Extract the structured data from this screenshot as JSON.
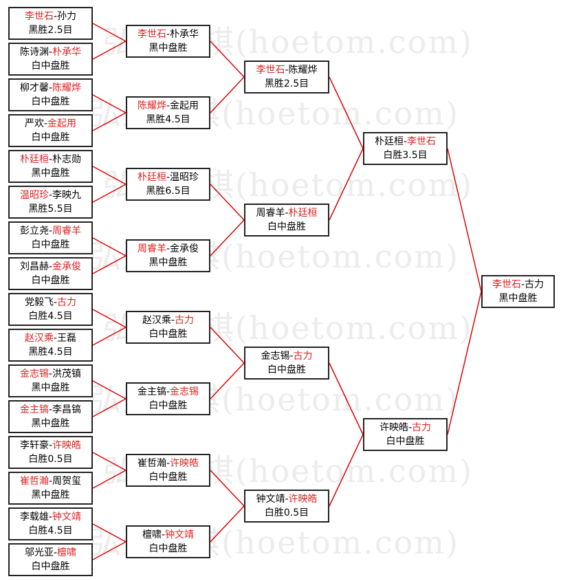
{
  "watermark": "弘通围棋(hoetom.com)",
  "colors": {
    "winner": "#e02020",
    "line": "#e00000",
    "box_border": "#222222"
  },
  "rounds": [
    [
      {
        "p1": "李世石",
        "p2": "孙力",
        "winner": 1,
        "result": "黑胜2.5目"
      },
      {
        "p1": "陈诗渊",
        "p2": "朴承华",
        "winner": 2,
        "result": "白中盘胜"
      },
      {
        "p1": "柳才馨",
        "p2": "陈耀烨",
        "winner": 2,
        "result": "白中盘胜"
      },
      {
        "p1": "严欢",
        "p2": "金起用",
        "winner": 2,
        "result": "白中盘胜"
      },
      {
        "p1": "朴廷桓",
        "p2": "朴志勋",
        "winner": 1,
        "result": "黑中盘胜"
      },
      {
        "p1": "温昭珍",
        "p2": "李映九",
        "winner": 1,
        "result": "黑胜5.5目"
      },
      {
        "p1": "彭立尧",
        "p2": "周睿羊",
        "winner": 2,
        "result": "白中盘胜"
      },
      {
        "p1": "刘昌赫",
        "p2": "金承俊",
        "winner": 2,
        "result": "白中盘胜"
      },
      {
        "p1": "党毅飞",
        "p2": "古力",
        "winner": 2,
        "result": "白胜4.5目"
      },
      {
        "p1": "赵汉乘",
        "p2": "王磊",
        "winner": 1,
        "result": "黑胜4.5目"
      },
      {
        "p1": "金志锡",
        "p2": "洪茂镇",
        "winner": 1,
        "result": "黑中盘胜"
      },
      {
        "p1": "金主镐",
        "p2": "李昌镐",
        "winner": 1,
        "result": "黑中盘胜"
      },
      {
        "p1": "李轩豪",
        "p2": "许映皓",
        "winner": 2,
        "result": "白胜0.5目"
      },
      {
        "p1": "崔哲瀚",
        "p2": "周贺玺",
        "winner": 1,
        "result": "黑中盘胜"
      },
      {
        "p1": "李载雄",
        "p2": "钟文靖",
        "winner": 2,
        "result": "白胜4.5目"
      },
      {
        "p1": "邬光亚",
        "p2": "檀啸",
        "winner": 2,
        "result": "白中盘胜"
      }
    ],
    [
      {
        "p1": "李世石",
        "p2": "朴承华",
        "winner": 1,
        "result": "黑中盘胜"
      },
      {
        "p1": "陈耀烨",
        "p2": "金起用",
        "winner": 1,
        "result": "黑胜4.5目"
      },
      {
        "p1": "朴廷桓",
        "p2": "温昭珍",
        "winner": 1,
        "result": "黑胜6.5目"
      },
      {
        "p1": "周睿羊",
        "p2": "金承俊",
        "winner": 1,
        "result": "黑中盘胜"
      },
      {
        "p1": "赵汉乘",
        "p2": "古力",
        "winner": 2,
        "result": "白中盘胜"
      },
      {
        "p1": "金主镐",
        "p2": "金志锡",
        "winner": 2,
        "result": "白中盘胜"
      },
      {
        "p1": "崔哲瀚",
        "p2": "许映皓",
        "winner": 2,
        "result": "白中盘胜"
      },
      {
        "p1": "檀啸",
        "p2": "钟文靖",
        "winner": 2,
        "result": "白中盘胜"
      }
    ],
    [
      {
        "p1": "李世石",
        "p2": "陈耀烨",
        "winner": 1,
        "result": "黑胜2.5目"
      },
      {
        "p1": "周睿羊",
        "p2": "朴廷桓",
        "winner": 2,
        "result": "白中盘胜"
      },
      {
        "p1": "金志锡",
        "p2": "古力",
        "winner": 2,
        "result": "白中盘胜"
      },
      {
        "p1": "钟文靖",
        "p2": "许映皓",
        "winner": 2,
        "result": "白胜0.5目"
      }
    ],
    [
      {
        "p1": "朴廷桓",
        "p2": "李世石",
        "winner": 2,
        "result": "白胜3.5目"
      },
      {
        "p1": "许映皓",
        "p2": "古力",
        "winner": 2,
        "result": "白中盘胜"
      }
    ],
    [
      {
        "p1": "李世石",
        "p2": "古力",
        "winner": 1,
        "result": "黑中盘胜"
      }
    ]
  ]
}
